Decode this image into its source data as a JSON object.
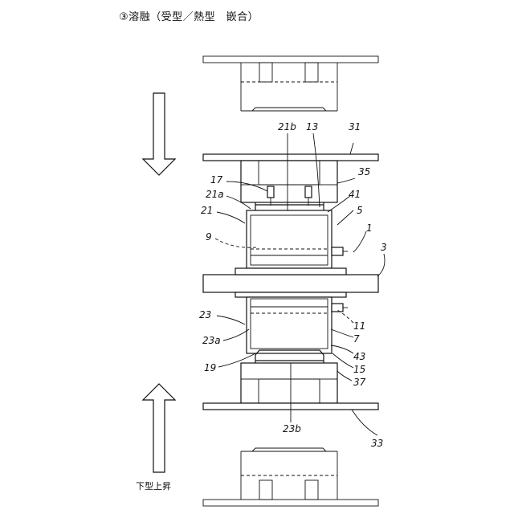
{
  "title": "③溶融（受型／熱型　嵌合）",
  "caption_bottom": "下型上昇",
  "labels": {
    "l21b": "21b",
    "l13": "13",
    "l31": "31",
    "l35": "35",
    "l17": "17",
    "l21a": "21a",
    "l41": "41",
    "l21": "21",
    "l5": "5",
    "l9": "9",
    "l1": "1",
    "l3": "3",
    "l23": "23",
    "l11": "11",
    "l7": "7",
    "l23a": "23a",
    "l43": "43",
    "l19": "19",
    "l15": "15",
    "l37": "37",
    "l23b": "23b",
    "l33": "33"
  }
}
